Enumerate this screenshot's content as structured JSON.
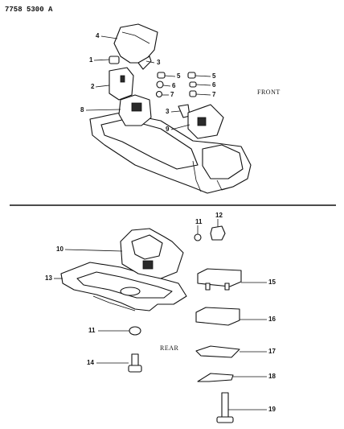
{
  "diagram": {
    "code": "7758 5300 A",
    "labels": {
      "front": "FRONT",
      "rear": "REAR"
    },
    "callouts": {
      "c1": "1",
      "c2": "2",
      "c3a": "3",
      "c3b": "3",
      "c4": "4",
      "c5a": "5",
      "c5b": "5",
      "c6a": "6",
      "c6b": "6",
      "c7a": "7",
      "c7b": "7",
      "c8": "8",
      "c9": "9",
      "c10": "10",
      "c11a": "11",
      "c11b": "11",
      "c12": "12",
      "c13": "13",
      "c14": "14",
      "c15": "15",
      "c16": "16",
      "c17": "17",
      "c18": "18",
      "c19": "19"
    }
  }
}
